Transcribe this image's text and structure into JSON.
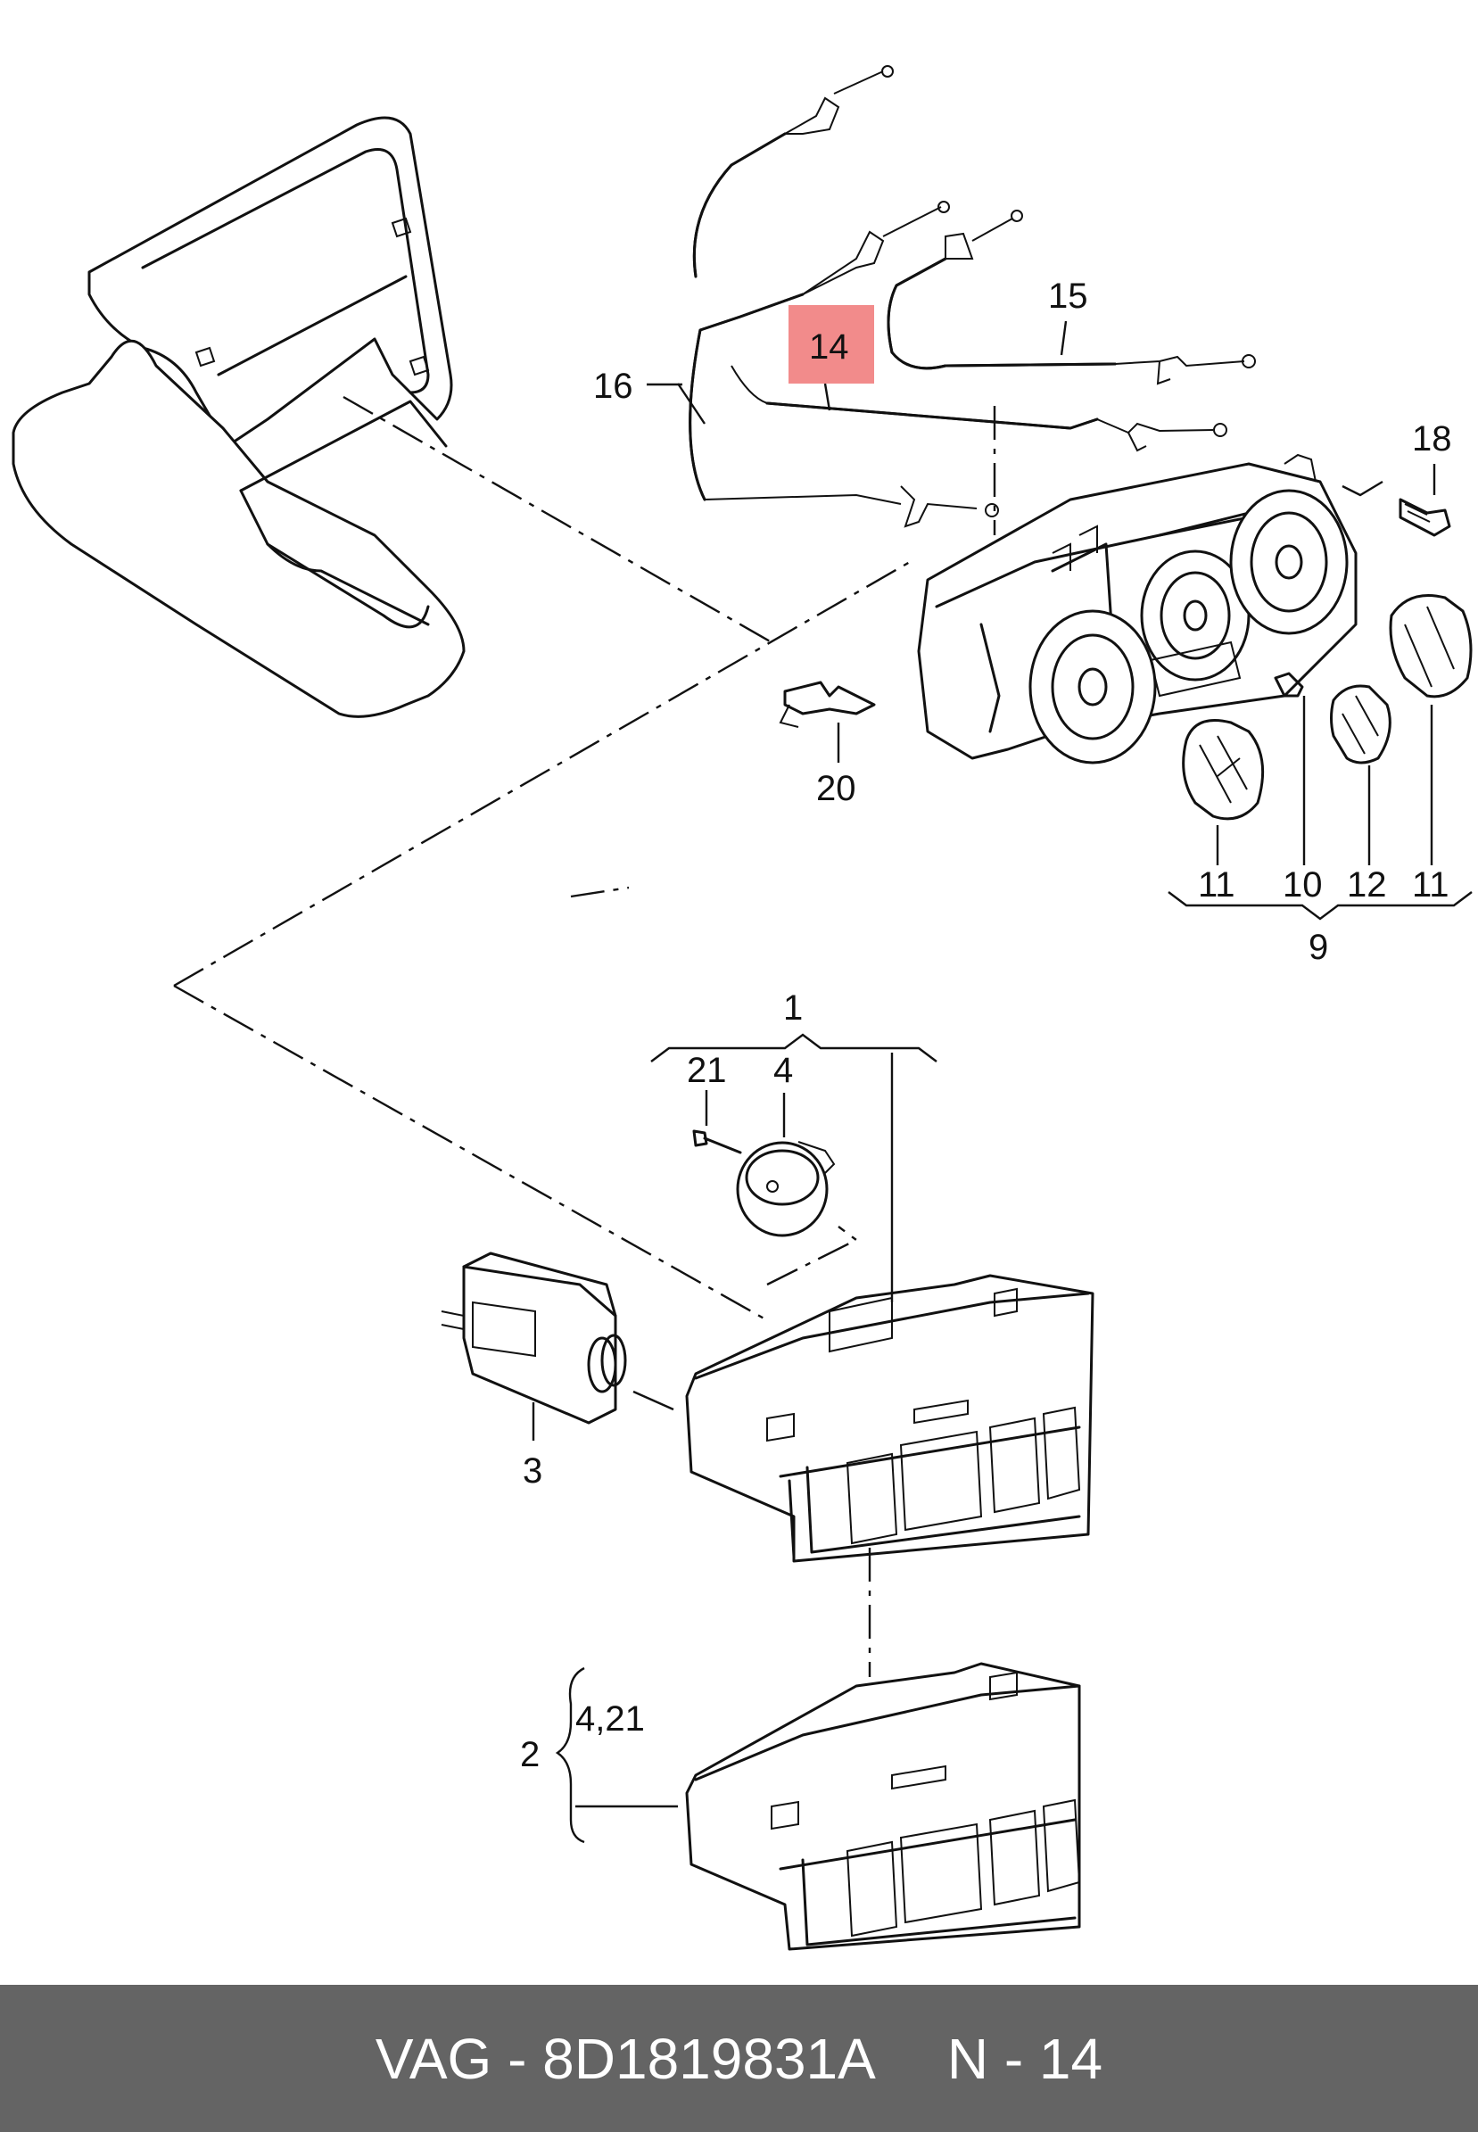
{
  "callouts": {
    "c1": "1",
    "c2": "2",
    "c2_sub": "4,21",
    "c3": "3",
    "c4": "4",
    "c9": "9",
    "c10": "10",
    "c11a": "11",
    "c11b": "11",
    "c12": "12",
    "c14": "14",
    "c15": "15",
    "c16": "16",
    "c18": "18",
    "c20": "20",
    "c21": "21"
  },
  "highlight": {
    "label": "14",
    "color": "#f28b8b"
  },
  "footer": {
    "brand_part": "VAG - 8D1819831A",
    "page": "N - 14",
    "background": "#646464"
  }
}
